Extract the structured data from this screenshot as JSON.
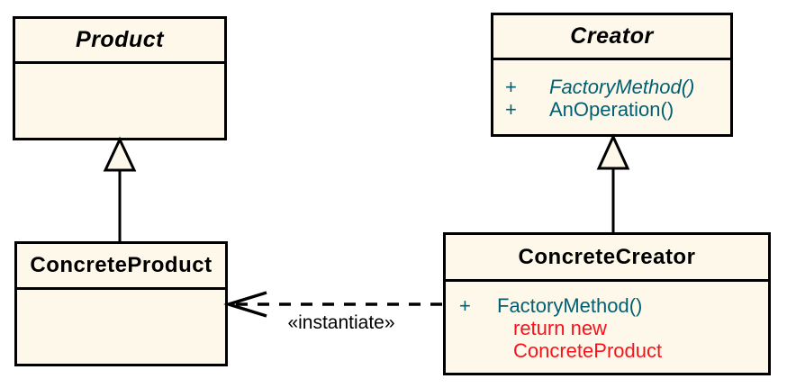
{
  "classes": {
    "product": {
      "name": "Product",
      "abstract": true
    },
    "creator": {
      "name": "Creator",
      "abstract": true,
      "methods": [
        {
          "visibility": "+",
          "name": "FactoryMethod()",
          "abstract": true
        },
        {
          "visibility": "+",
          "name": "AnOperation()",
          "abstract": false
        }
      ]
    },
    "concrete_product": {
      "name": "ConcreteProduct",
      "abstract": false
    },
    "concrete_creator": {
      "name": "ConcreteCreator",
      "abstract": false,
      "methods": [
        {
          "visibility": "+",
          "name": "FactoryMethod()",
          "abstract": false
        }
      ],
      "note": [
        "return new",
        "ConcreteProduct"
      ]
    }
  },
  "relationships": {
    "instantiate": {
      "label": "«instantiate»",
      "style": "dashed-open-arrow"
    },
    "generalizations": [
      {
        "from": "ConcreteProduct",
        "to": "Product"
      },
      {
        "from": "ConcreteCreator",
        "to": "Creator"
      }
    ]
  },
  "colors": {
    "box_fill": "#fdf8ea",
    "border": "#000000",
    "method_text": "#015f73",
    "note_text": "#f9121c",
    "label_text": "#000000"
  }
}
